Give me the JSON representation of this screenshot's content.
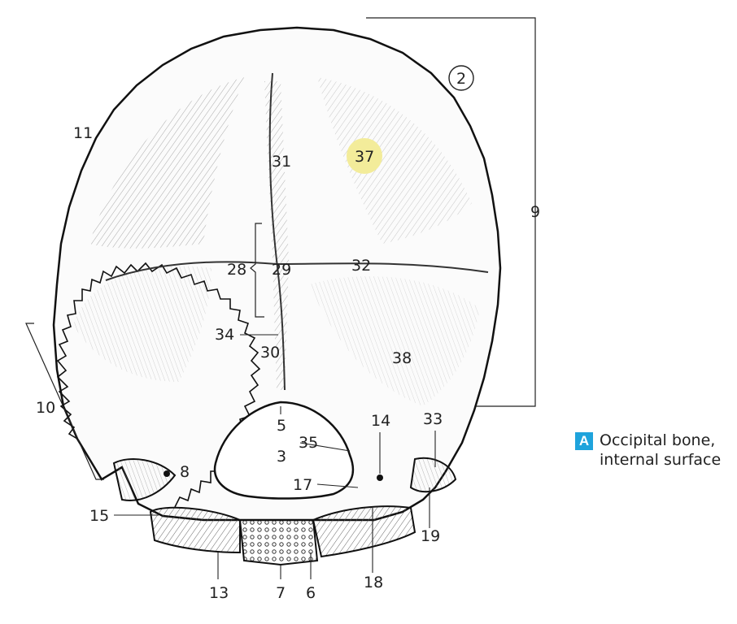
{
  "labels": {
    "l2": "2",
    "l3": "3",
    "l5": "5",
    "l6": "6",
    "l7": "7",
    "l8": "8",
    "l9": "9",
    "l10": "10",
    "l11": "11",
    "l13": "13",
    "l14": "14",
    "l15": "15",
    "l17": "17",
    "l18": "18",
    "l19": "19",
    "l28": "28",
    "l29": "29",
    "l30": "30",
    "l31": "31",
    "l32": "32",
    "l33": "33",
    "l34": "34",
    "l35": "35",
    "l37": "37",
    "l38": "38"
  },
  "caption": {
    "badge": "A",
    "line1": "Occipital bone,",
    "line2": "internal surface"
  },
  "colors": {
    "highlight": "#f3ec9a",
    "badge": "#1ea3dc",
    "ink": "#222222"
  }
}
